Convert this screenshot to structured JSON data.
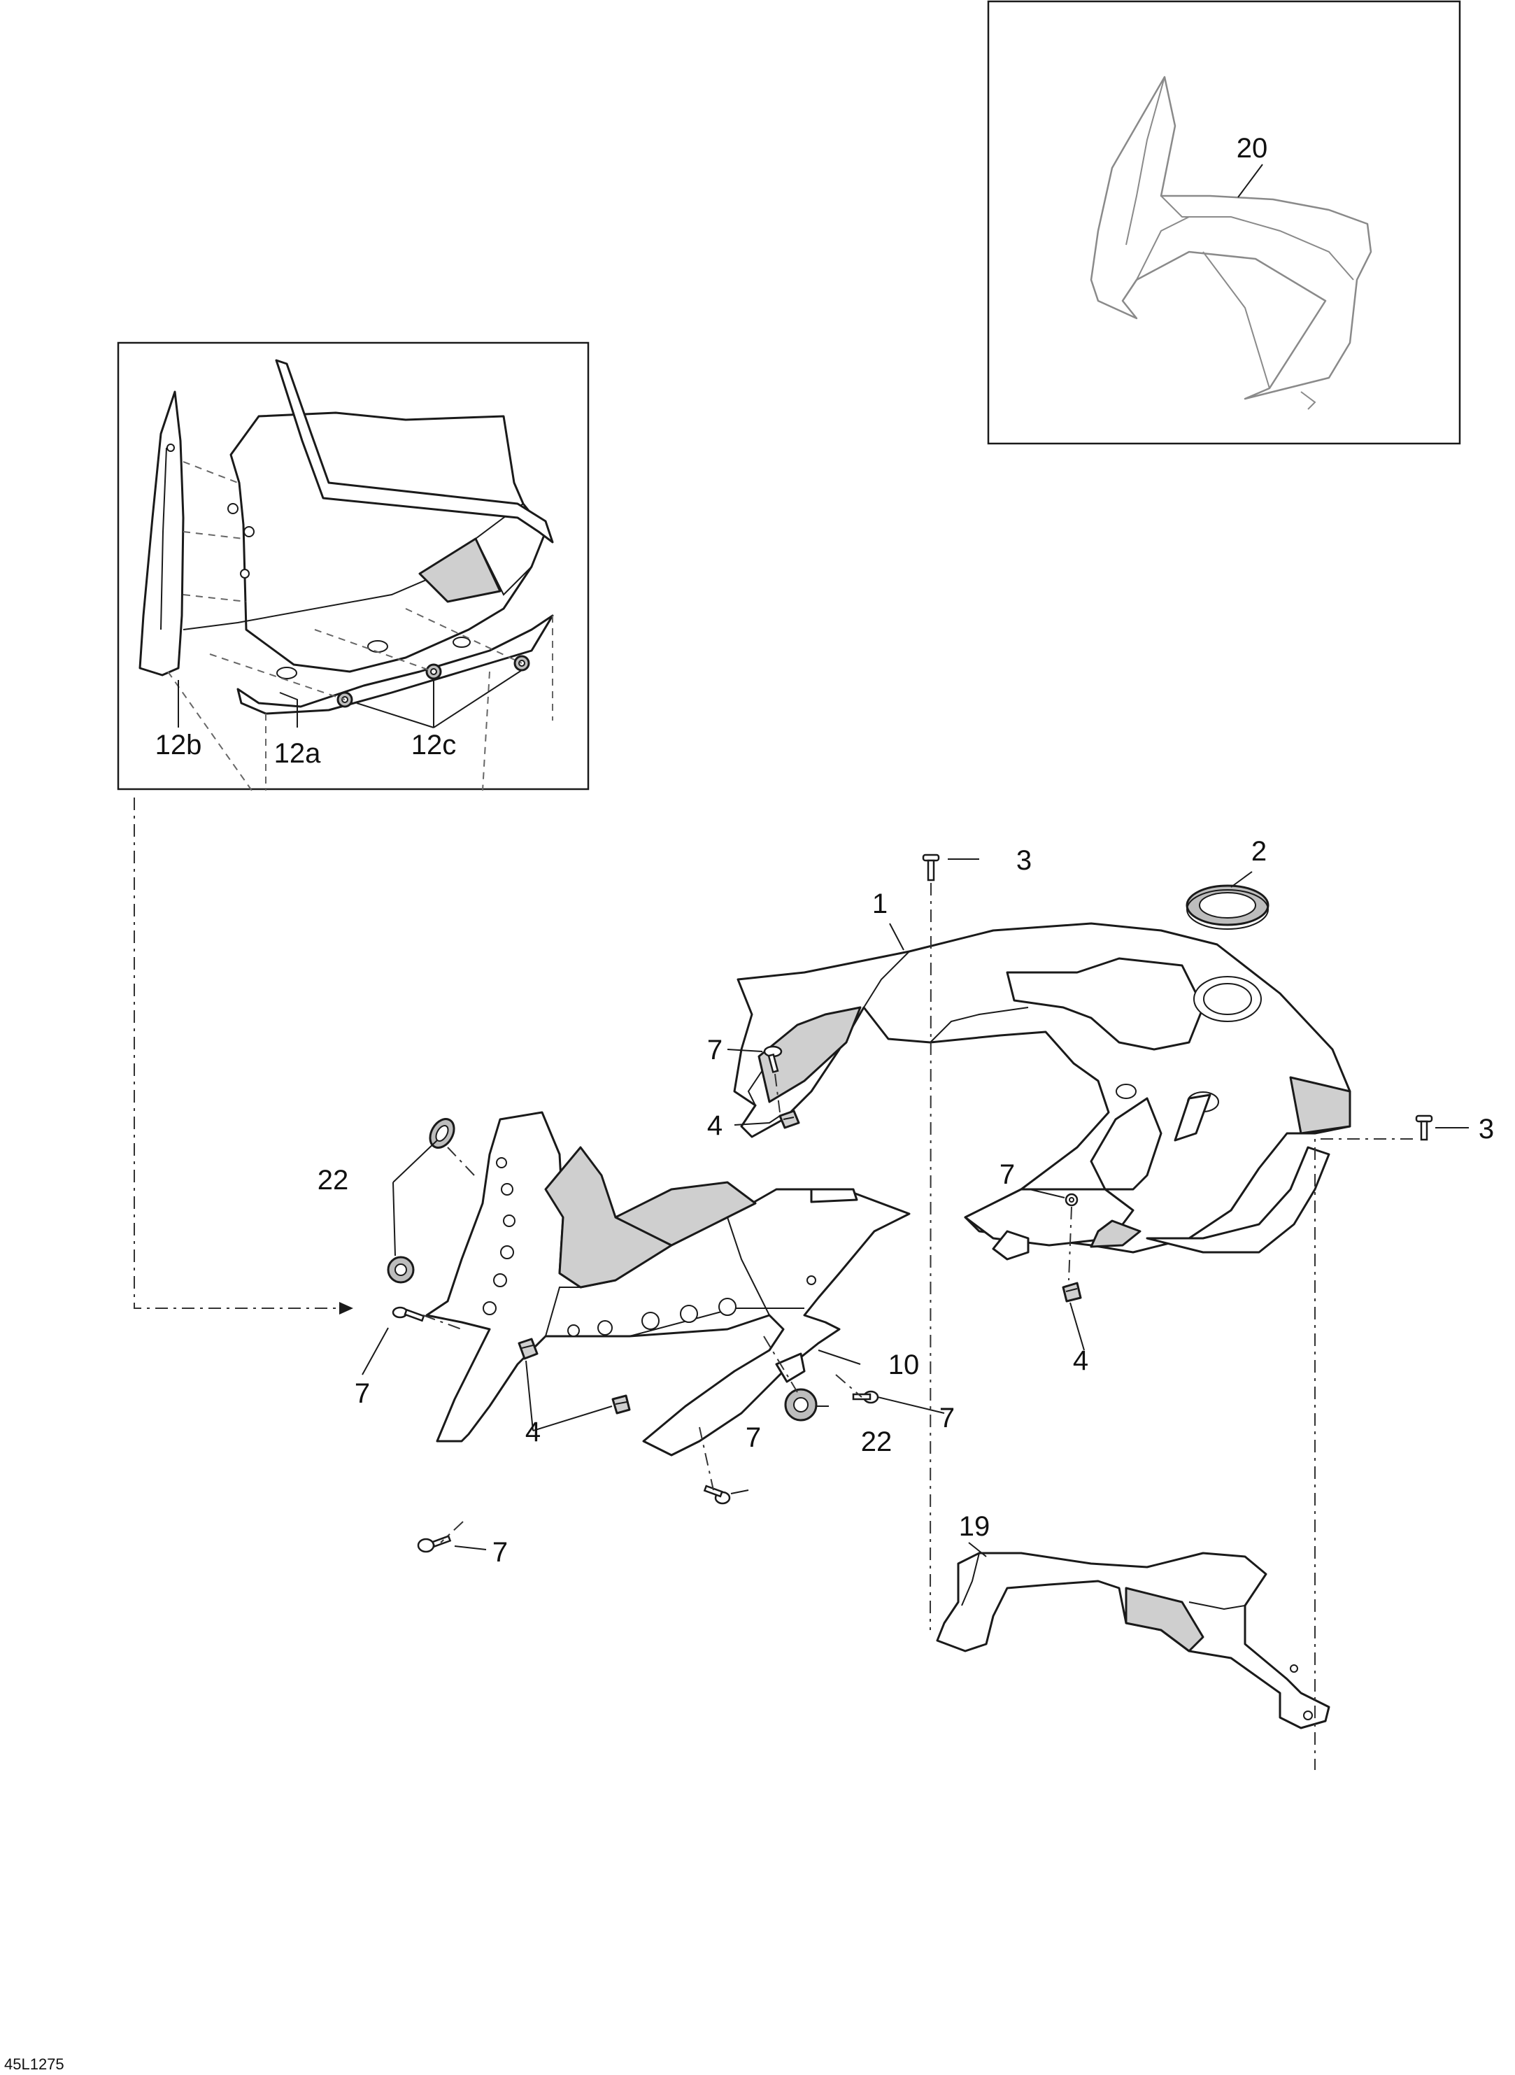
{
  "diagram": {
    "reference_code": "45L1275",
    "callouts": {
      "c1": "1",
      "c2": "2",
      "c3a": "3",
      "c3b": "3",
      "c4a": "4",
      "c4b": "4",
      "c4c": "4",
      "c7a": "7",
      "c7b": "7",
      "c7c": "7",
      "c7d": "7",
      "c7e": "7",
      "c7f": "7",
      "c10": "10",
      "c12a": "12a",
      "c12b": "12b",
      "c12c": "12c",
      "c19": "19",
      "c20": "20",
      "c22a": "22",
      "c22b": "22"
    },
    "colors": {
      "line": "#1a1a1a",
      "shade": "#cfcfcf",
      "background": "#ffffff"
    }
  }
}
